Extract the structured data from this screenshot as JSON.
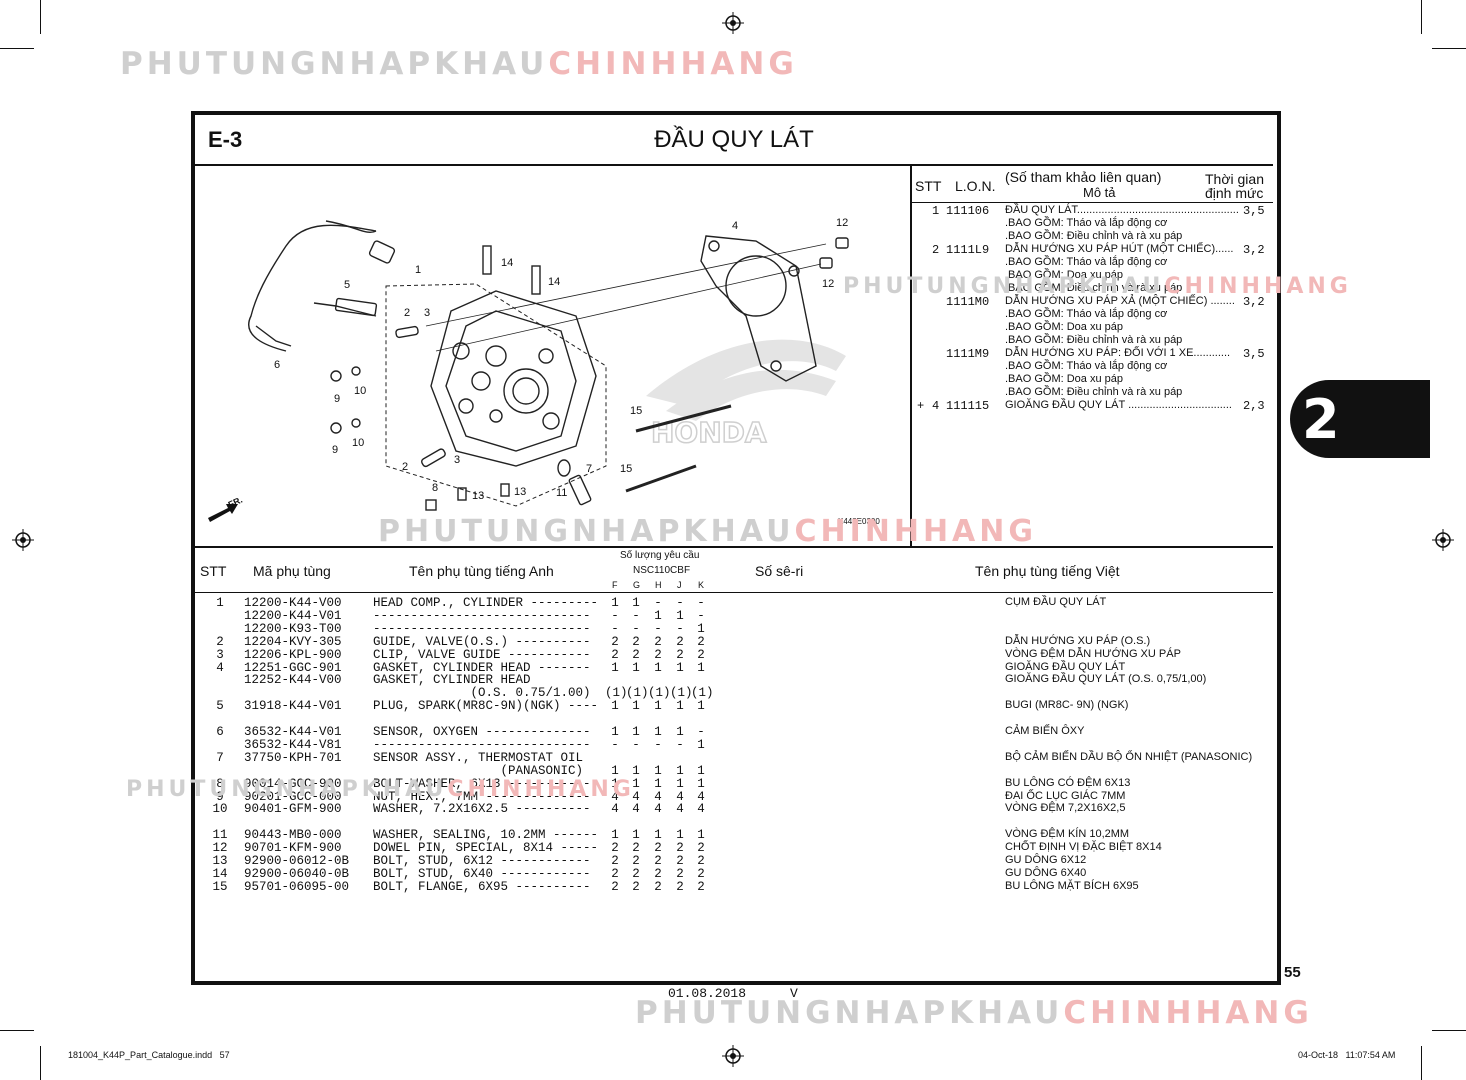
{
  "watermark": {
    "gray": "PHUTUNGNHAPKHAU",
    "red": "CHINHHANG"
  },
  "colors": {
    "watermark_gray": "#cfcfcf",
    "watermark_red": "#f2b8b8",
    "frame": "#111111",
    "tab": "#111111"
  },
  "header": {
    "code": "E-3",
    "title": "ĐẦU QUY LÁT"
  },
  "side_tab": "2",
  "diagram": {
    "code": "K448E0300",
    "fr_label": "FR.",
    "brand": "HONDA",
    "callouts": [
      "1",
      "2",
      "3",
      "4",
      "5",
      "6",
      "7",
      "8",
      "9",
      "10",
      "11",
      "12",
      "13",
      "14",
      "15"
    ]
  },
  "lon_table": {
    "headers": {
      "stt": "STT",
      "lon": "L.O.N.",
      "ref": "(Số tham khảo liên quan)",
      "desc": "Mô tả",
      "time1": "Thời gian",
      "time2": "định mức"
    },
    "rows": [
      {
        "prefix": "",
        "stt": "1",
        "lon": "111106",
        "desc": "ĐẦU QUY LÁT.....................................................",
        "time": "3,5"
      },
      {
        "prefix": "",
        "stt": "",
        "lon": "",
        "desc": ".BAO GỒM: Tháo và lắp động cơ",
        "time": ""
      },
      {
        "prefix": "",
        "stt": "",
        "lon": "",
        "desc": ".BAO GỒM: Điều chỉnh và rà xu páp",
        "time": ""
      },
      {
        "prefix": "",
        "stt": "2",
        "lon": "1111L9",
        "desc": "DẪN HƯỚNG XU PÁP HÚT (MỘT CHIẾC)......",
        "time": "3,2"
      },
      {
        "prefix": "",
        "stt": "",
        "lon": "",
        "desc": ".BAO GỒM: Tháo và lắp động cơ",
        "time": ""
      },
      {
        "prefix": "",
        "stt": "",
        "lon": "",
        "desc": ".BAO GỒM: Doa xu páp",
        "time": ""
      },
      {
        "prefix": "",
        "stt": "",
        "lon": "",
        "desc": ".BAO GỒM: Điều chỉnh và rà xu páp",
        "time": ""
      },
      {
        "prefix": "",
        "stt": "",
        "lon": "1111M0",
        "desc": "DẪN HƯỚNG XU PÁP XẢ (MỘT CHIẾC) ........",
        "time": "3,2"
      },
      {
        "prefix": "",
        "stt": "",
        "lon": "",
        "desc": ".BAO GỒM: Tháo và lắp động cơ",
        "time": ""
      },
      {
        "prefix": "",
        "stt": "",
        "lon": "",
        "desc": ".BAO GỒM: Doa xu páp",
        "time": ""
      },
      {
        "prefix": "",
        "stt": "",
        "lon": "",
        "desc": ".BAO GỒM: Điều chỉnh và rà xu páp",
        "time": ""
      },
      {
        "prefix": "",
        "stt": "",
        "lon": "1111M9",
        "desc": "DẪN HƯỚNG XU PÁP: ĐỐI VỚI 1 XE............",
        "time": "3,5"
      },
      {
        "prefix": "",
        "stt": "",
        "lon": "",
        "desc": ".BAO GỒM: Tháo và lắp động cơ",
        "time": ""
      },
      {
        "prefix": "",
        "stt": "",
        "lon": "",
        "desc": ".BAO GỒM: Doa xu páp",
        "time": ""
      },
      {
        "prefix": "",
        "stt": "",
        "lon": "",
        "desc": ".BAO GỒM: Điều chỉnh và rà xu páp",
        "time": ""
      },
      {
        "prefix": "+",
        "stt": "4",
        "lon": "111115",
        "desc": "GIOĂNG ĐẦU QUY LÁT ..................................",
        "time": "2,3"
      }
    ]
  },
  "parts_table": {
    "headers": {
      "stt": "STT",
      "part_no": "Mã phụ tùng",
      "name_en": "Tên phụ tùng tiếng Anh",
      "qty_title": "Số lượng yêu cầu",
      "model": "NSC110CBF",
      "qty_cols": [
        "F",
        "G",
        "H",
        "J",
        "K"
      ],
      "serial": "Số sê-ri",
      "name_vn": "Tên phụ tùng tiếng Việt"
    },
    "rows": [
      {
        "stt": "1",
        "part_no": "12200-K44-V00",
        "name_en": "HEAD COMP., CYLINDER ---------",
        "q": [
          "1",
          "1",
          "-",
          "-",
          "-"
        ],
        "name_vn": "CỤM ĐẦU QUY LÁT"
      },
      {
        "stt": "",
        "part_no": "12200-K44-V01",
        "name_en": "-----------------------------",
        "q": [
          "-",
          "-",
          "1",
          "1",
          "-"
        ],
        "name_vn": ""
      },
      {
        "stt": "",
        "part_no": "12200-K93-T00",
        "name_en": "-----------------------------",
        "q": [
          "-",
          "-",
          "-",
          "-",
          "1"
        ],
        "name_vn": ""
      },
      {
        "stt": "2",
        "part_no": "12204-KVY-305",
        "name_en": "GUIDE, VALVE(O.S.) ----------",
        "q": [
          "2",
          "2",
          "2",
          "2",
          "2"
        ],
        "name_vn": "DẪN HƯỚNG XU PÁP (O.S.)"
      },
      {
        "stt": "3",
        "part_no": "12206-KPL-900",
        "name_en": "CLIP, VALVE GUIDE -----------",
        "q": [
          "2",
          "2",
          "2",
          "2",
          "2"
        ],
        "name_vn": "VÒNG ĐỆM DẪN HƯỚNG XU PÁP"
      },
      {
        "stt": "4",
        "part_no": "12251-GGC-901",
        "name_en": "GASKET, CYLINDER HEAD -------",
        "q": [
          "1",
          "1",
          "1",
          "1",
          "1"
        ],
        "name_vn": "GIOĂNG ĐẦU QUY LÁT"
      },
      {
        "stt": "",
        "part_no": "12252-K44-V00",
        "name_en": "GASKET, CYLINDER HEAD",
        "q": [
          "",
          "",
          "",
          "",
          ""
        ],
        "name_vn": "GIOĂNG ĐẦU QUY LÁT (O.S. 0,75/1,00)"
      },
      {
        "stt": "",
        "part_no": "",
        "name_en": "             (O.S. 0.75/1.00)",
        "q": [
          "(1)",
          "(1)",
          "(1)",
          "(1)",
          "(1)"
        ],
        "name_vn": ""
      },
      {
        "stt": "5",
        "part_no": "31918-K44-V01",
        "name_en": "PLUG, SPARK(MR8C-9N)(NGK) ----",
        "q": [
          "1",
          "1",
          "1",
          "1",
          "1"
        ],
        "name_vn": "BUGI (MR8C- 9N) (NGK)"
      },
      {
        "stt": "",
        "part_no": "",
        "name_en": "",
        "q": [
          "",
          "",
          "",
          "",
          ""
        ],
        "name_vn": ""
      },
      {
        "stt": "6",
        "part_no": "36532-K44-V01",
        "name_en": "SENSOR, OXYGEN --------------",
        "q": [
          "1",
          "1",
          "1",
          "1",
          "-"
        ],
        "name_vn": "CẢM BIẾN ÔXY"
      },
      {
        "stt": "",
        "part_no": "36532-K44-V81",
        "name_en": "-----------------------------",
        "q": [
          "-",
          "-",
          "-",
          "-",
          "1"
        ],
        "name_vn": ""
      },
      {
        "stt": "7",
        "part_no": "37750-KPH-701",
        "name_en": "SENSOR ASSY., THERMOSTAT OIL",
        "q": [
          "",
          "",
          "",
          "",
          ""
        ],
        "name_vn": "BỘ CẢM BIẾN DẦU BỘ ỔN NHIỆT (PANASONIC)"
      },
      {
        "stt": "",
        "part_no": "",
        "name_en": "                 (PANASONIC)",
        "q": [
          "1",
          "1",
          "1",
          "1",
          "1"
        ],
        "name_vn": ""
      },
      {
        "stt": "8",
        "part_no": "90014-GGC-900",
        "name_en": "BOLT-WASHER, 6X13 -----------",
        "q": [
          "1",
          "1",
          "1",
          "1",
          "1"
        ],
        "name_vn": "BU LÔNG CÓ ĐỆM 6X13"
      },
      {
        "stt": "9",
        "part_no": "90201-GCC-000",
        "name_en": "NUT, HEX., 7MM --------------",
        "q": [
          "4",
          "4",
          "4",
          "4",
          "4"
        ],
        "name_vn": "ĐAI ỐC LỤC GIÁC 7MM"
      },
      {
        "stt": "10",
        "part_no": "90401-GFM-900",
        "name_en": "WASHER, 7.2X16X2.5 ----------",
        "q": [
          "4",
          "4",
          "4",
          "4",
          "4"
        ],
        "name_vn": "VÒNG ĐỆM 7,2X16X2,5"
      },
      {
        "stt": "",
        "part_no": "",
        "name_en": "",
        "q": [
          "",
          "",
          "",
          "",
          ""
        ],
        "name_vn": ""
      },
      {
        "stt": "11",
        "part_no": "90443-MB0-000",
        "name_en": "WASHER, SEALING, 10.2MM ------",
        "q": [
          "1",
          "1",
          "1",
          "1",
          "1"
        ],
        "name_vn": "VÒNG ĐỆM KÍN 10,2MM"
      },
      {
        "stt": "12",
        "part_no": "90701-KFM-900",
        "name_en": "DOWEL PIN, SPECIAL, 8X14 -----",
        "q": [
          "2",
          "2",
          "2",
          "2",
          "2"
        ],
        "name_vn": "CHỐT ĐỊNH VỊ ĐẶC BIỆT 8X14"
      },
      {
        "stt": "13",
        "part_no": "92900-06012-0B",
        "name_en": "BOLT, STUD, 6X12 ------------",
        "q": [
          "2",
          "2",
          "2",
          "2",
          "2"
        ],
        "name_vn": "GU DÔNG 6X12"
      },
      {
        "stt": "14",
        "part_no": "92900-06040-0B",
        "name_en": "BOLT, STUD, 6X40 ------------",
        "q": [
          "2",
          "2",
          "2",
          "2",
          "2"
        ],
        "name_vn": "GU DÔNG 6X40"
      },
      {
        "stt": "15",
        "part_no": "95701-06095-00",
        "name_en": "BOLT, FLANGE, 6X95 ----------",
        "q": [
          "2",
          "2",
          "2",
          "2",
          "2"
        ],
        "name_vn": "BU LÔNG MẶT BÍCH 6X95"
      }
    ]
  },
  "footer": {
    "page_number": "55",
    "date": "01.08.2018",
    "version": "V",
    "file": "181004_K44P_Part_Catalogue.indd   57",
    "timestamp": "04-Oct-18   11:07:54 AM"
  }
}
